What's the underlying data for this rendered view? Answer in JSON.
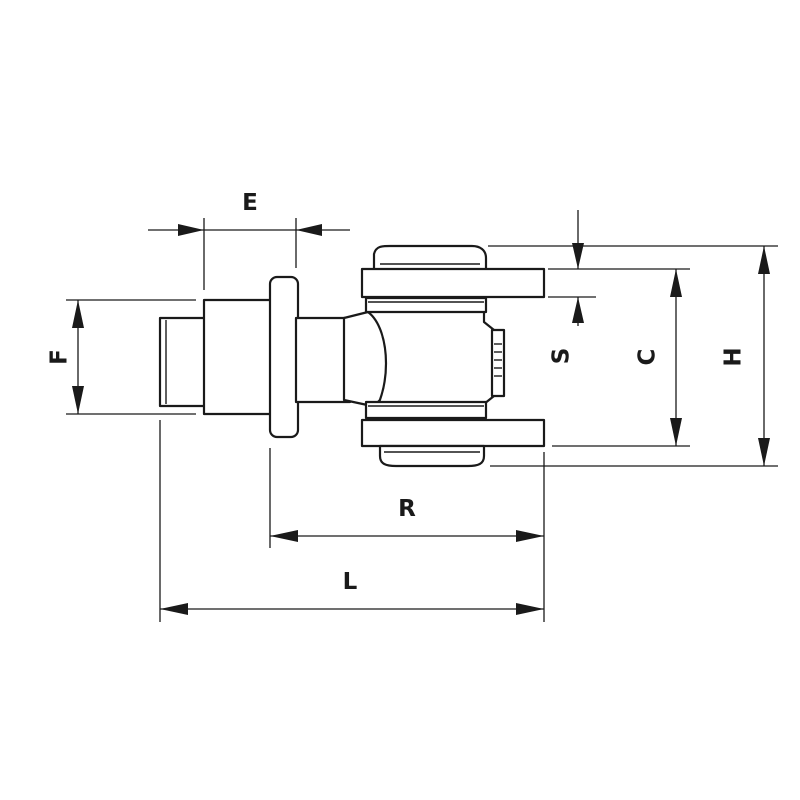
{
  "labels": {
    "E": "E",
    "F": "F",
    "S": "S",
    "C": "C",
    "H": "H",
    "R": "R",
    "L": "L"
  },
  "colors": {
    "line": "#1a1a1a",
    "background": "#ffffff"
  }
}
